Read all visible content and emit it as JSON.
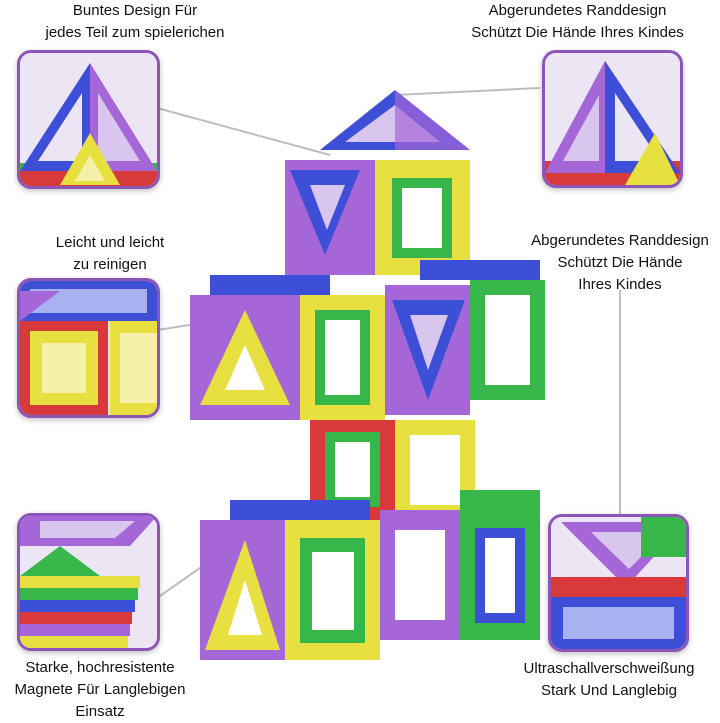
{
  "captions": {
    "top_left": [
      "Buntes Design Für",
      "jedes Teil zum spielerichen"
    ],
    "top_right": [
      "Abgerundetes Randdesign",
      "Schützt Die Hände Ihres Kindes"
    ],
    "mid_left": [
      "Leicht und leicht",
      "zu reinigen"
    ],
    "mid_right": [
      "Abgerundetes Randdesign",
      "Schützt Die Hände",
      "Ihres Kindes"
    ],
    "bottom_left": [
      "Starke, hochresistente",
      "Magnete Für Langlebigen",
      "Einsatz"
    ],
    "bottom_right": [
      "Ultraschallverschweißung",
      "Stark Und Langlebig"
    ]
  },
  "colors": {
    "frame": "#8e55b8",
    "blue": "#3d4fd6",
    "purple": "#a566d8",
    "yellow": "#e8e040",
    "green": "#37b64a",
    "red": "#d8393a"
  }
}
